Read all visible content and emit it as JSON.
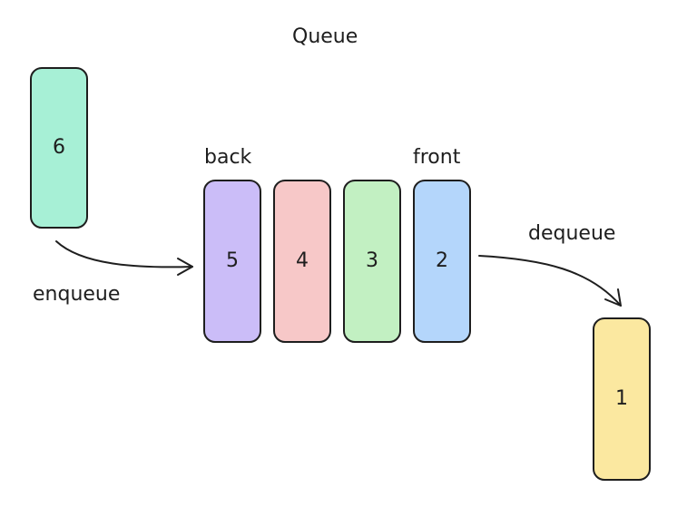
{
  "title": "Queue",
  "labels": {
    "back": "back",
    "front": "front",
    "enqueue": "enqueue",
    "dequeue": "dequeue"
  },
  "items": {
    "incoming": {
      "label": "6",
      "color": "#a7f0d6"
    },
    "queue": [
      {
        "label": "5",
        "color": "#cbbdf8"
      },
      {
        "label": "4",
        "color": "#f7c8c8"
      },
      {
        "label": "3",
        "color": "#c2f0c2"
      },
      {
        "label": "2",
        "color": "#b4d6fb"
      }
    ],
    "outgoing": {
      "label": "1",
      "color": "#fbe8a0"
    }
  }
}
